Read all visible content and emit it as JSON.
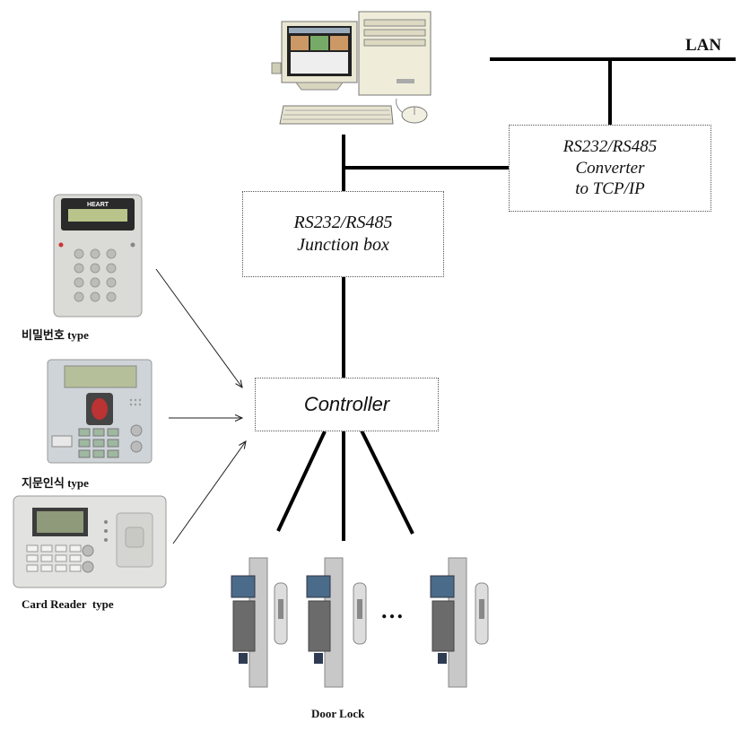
{
  "network": {
    "lan_label": "LAN"
  },
  "converter": {
    "line1": "RS232/RS485",
    "line2": "Converter",
    "line3": "to TCP/IP"
  },
  "junction": {
    "line1": "RS232/RS485",
    "line2": "Junction box"
  },
  "controller": {
    "label": "Controller"
  },
  "readers": {
    "password": {
      "label": "비밀번호 type",
      "brand": "HEART"
    },
    "fingerprint": {
      "label": "지문인식 type"
    },
    "card": {
      "label": "Card Reader  type"
    }
  },
  "locks": {
    "ellipsis": "…",
    "label": "Door Lock"
  }
}
